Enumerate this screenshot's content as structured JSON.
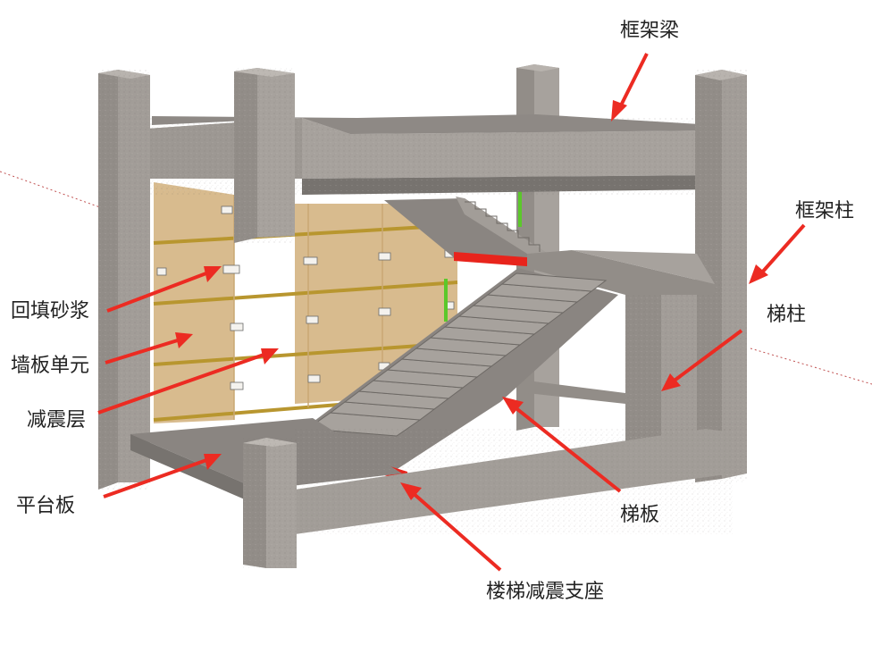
{
  "labels": {
    "frame_beam": "框架梁",
    "frame_column": "框架柱",
    "stair_column": "梯柱",
    "backfill_mortar": "回填砂浆",
    "wall_panel_unit": "墙板单元",
    "isolation_layer": "减震层",
    "landing_slab": "平台板",
    "stair_slab": "梯板",
    "stair_isolation_bearing": "楼梯减震支座"
  },
  "colors": {
    "concrete_light": "#a7a29d",
    "concrete_mid": "#928d88",
    "concrete_dark": "#77736f",
    "panel_face": "#d8bb8e",
    "panel_stripe": "#b8962f",
    "bearing_red": "#e8241c",
    "arrow_red": "#ec2b22",
    "green_strip": "#5bc82a",
    "axis_line": "#c05050"
  }
}
